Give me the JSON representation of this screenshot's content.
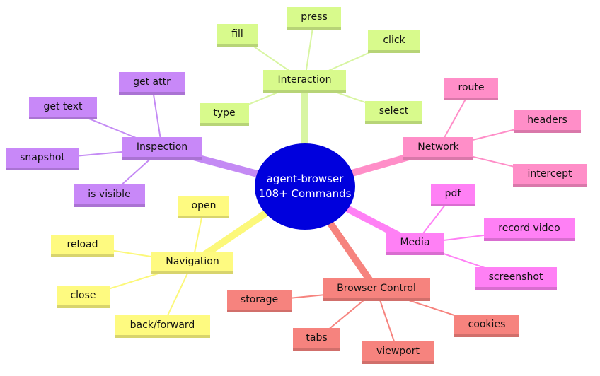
{
  "root": {
    "line1": "agent-browser",
    "line2": "108+ Commands",
    "color": "#0000dd"
  },
  "branches": [
    {
      "id": "interaction",
      "label": "Interaction",
      "color": "#d8fa8c",
      "edge_color": "#d8f5a2",
      "children": [
        "fill",
        "press",
        "click",
        "type",
        "select"
      ]
    },
    {
      "id": "network",
      "label": "Network",
      "color": "#ff8ec8",
      "edge_color": "#ff8ec8",
      "children": [
        "route",
        "headers",
        "intercept"
      ]
    },
    {
      "id": "media",
      "label": "Media",
      "color": "#ff80f5",
      "edge_color": "#ff80f5",
      "children": [
        "pdf",
        "record video",
        "screenshot"
      ]
    },
    {
      "id": "browser-control",
      "label": "Browser Control",
      "color": "#f6837e",
      "edge_color": "#f6837e",
      "children": [
        "storage",
        "tabs",
        "viewport",
        "cookies"
      ]
    },
    {
      "id": "navigation",
      "label": "Navigation",
      "color": "#fefa80",
      "edge_color": "#fcf87a",
      "children": [
        "open",
        "reload",
        "close",
        "back/forward"
      ]
    },
    {
      "id": "inspection",
      "label": "Inspection",
      "color": "#c888f8",
      "edge_color": "#c48af4",
      "children": [
        "get attr",
        "get text",
        "snapshot",
        "is visible"
      ]
    }
  ]
}
